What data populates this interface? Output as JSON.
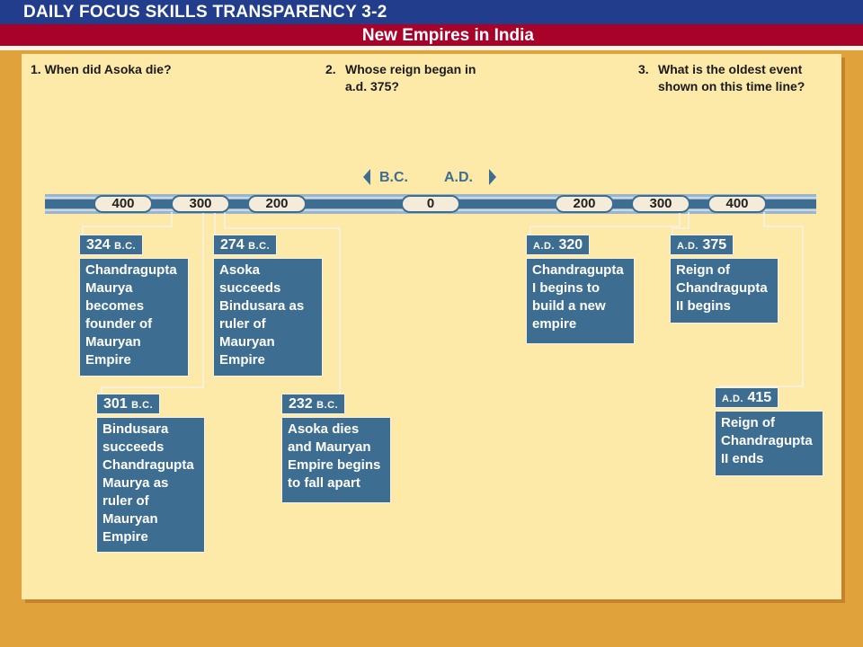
{
  "header": {
    "title": "DAILY FOCUS SKILLS TRANSPARENCY 3-2",
    "subtitle": "New Empires in India"
  },
  "questions": [
    {
      "num": "1.",
      "text": "When did Asoka die?"
    },
    {
      "num": "2.",
      "text": "Whose reign began in a.d. 375?"
    },
    {
      "num": "3.",
      "text": "What is the oldest event shown on this time line?"
    }
  ],
  "era_indicator": {
    "left": "B.C.",
    "right": "A.D."
  },
  "timeline": {
    "ticks": [
      "400",
      "300",
      "200",
      "0",
      "200",
      "300",
      "400"
    ]
  },
  "events": [
    {
      "year": "324",
      "era": "B.C.",
      "text": "Chandragupta Maurya becomes founder of Mauryan Empire"
    },
    {
      "year": "301",
      "era": "B.C.",
      "text": "Bindusara succeeds Chandragupta Maurya as ruler of Mauryan Empire"
    },
    {
      "year": "274",
      "era": "B.C.",
      "text": "Asoka succeeds Bindusara as ruler of Mauryan Empire"
    },
    {
      "year": "232",
      "era": "B.C.",
      "text": "Asoka dies and Mauryan Empire begins to fall apart"
    },
    {
      "year": "320",
      "era": "A.D.",
      "text": "Chandragupta I begins to build a new empire"
    },
    {
      "year": "375",
      "era": "A.D.",
      "text": "Reign of Chandragupta II begins"
    },
    {
      "year": "415",
      "era": "A.D.",
      "text": "Reign of Chandragupta II ends"
    }
  ]
}
